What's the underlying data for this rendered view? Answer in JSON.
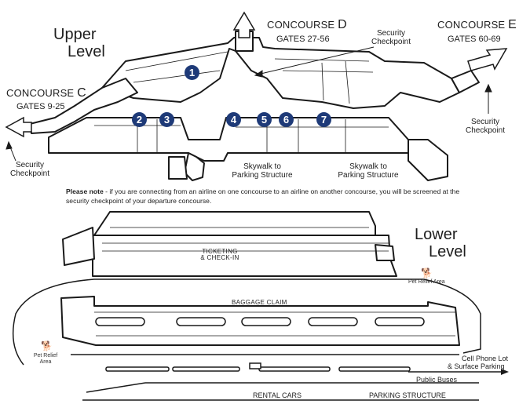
{
  "upper_level": {
    "title_line1": "Upper",
    "title_line2": "Level",
    "concourse_c": {
      "prefix": "CONCOURSE",
      "letter": "C",
      "gates": "GATES 9-25"
    },
    "concourse_d": {
      "prefix": "CONCOURSE",
      "letter": "D",
      "gates": "GATES 27-56"
    },
    "concourse_e": {
      "prefix": "CONCOURSE",
      "letter": "E",
      "gates": "GATES 60-69"
    },
    "security_checkpoint_c": {
      "line1": "Security",
      "line2": "Checkpoint"
    },
    "security_checkpoint_d": {
      "line1": "Security",
      "line2": "Checkpoint"
    },
    "security_checkpoint_e": {
      "line1": "Security",
      "line2": "Checkpoint"
    },
    "skywalk_left": {
      "line1": "Skywalk to",
      "line2": "Parking Structure"
    },
    "skywalk_right": {
      "line1": "Skywalk to",
      "line2": "Parking Structure"
    },
    "gate_markers": [
      "1",
      "2",
      "3",
      "4",
      "5",
      "6",
      "7"
    ]
  },
  "note": {
    "label": "Please note",
    "text": " - if you are connecting from an airline on one concourse to an airline on another concourse, you will be screened at the security checkpoint of your departure concourse."
  },
  "lower_level": {
    "title_line1": "Lower",
    "title_line2": "Level",
    "ticketing": {
      "line1": "TICKETING",
      "line2": "& CHECK-IN"
    },
    "baggage_claim": "BAGGAGE CLAIM",
    "pet_relief_right": "Pet Relief Area",
    "pet_relief_left": {
      "line1": "Pet Relief",
      "line2": "Area"
    },
    "cell_phone_lot": {
      "line1": "Cell Phone Lot",
      "line2": "& Surface Parking"
    },
    "public_buses": "Public Buses",
    "rental_cars": "RENTAL CARS",
    "parking_structure": "PARKING STRUCTURE"
  },
  "colors": {
    "gate_marker": "#1e3a78",
    "outline": "#1a1a1a",
    "fill": "#ffffff"
  }
}
